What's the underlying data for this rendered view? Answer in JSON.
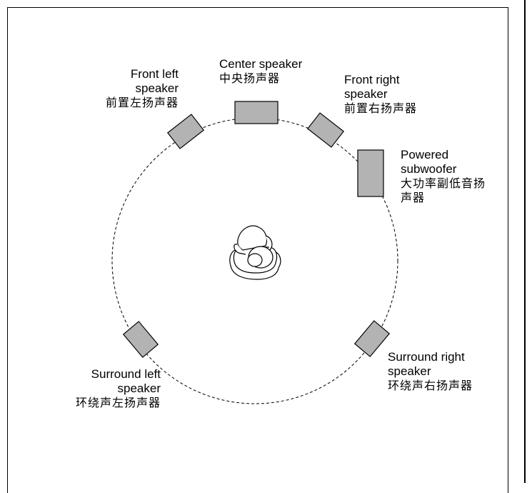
{
  "speakers": {
    "center": {
      "en": "Center speaker",
      "zh": "中央扬声器"
    },
    "front_left": {
      "en1": "Front left",
      "en2": "speaker",
      "zh": "前置左扬声器"
    },
    "front_right": {
      "en1": "Front right",
      "en2": "speaker",
      "zh": "前置右扬声器"
    },
    "subwoofer": {
      "en1": "Powered",
      "en2": "subwoofer",
      "zh1": "大功率副低音扬",
      "zh2": "声器"
    },
    "surround_left": {
      "en1": "Surround left",
      "en2": "speaker",
      "zh": "环绕声左扬声器"
    },
    "surround_right": {
      "en1": "Surround right",
      "en2": "speaker",
      "zh": "环绕声右扬声器"
    }
  },
  "colors": {
    "speaker_fill": "#b3b3b3",
    "line": "#000000"
  },
  "icons": {
    "listener": "listener-icon"
  }
}
